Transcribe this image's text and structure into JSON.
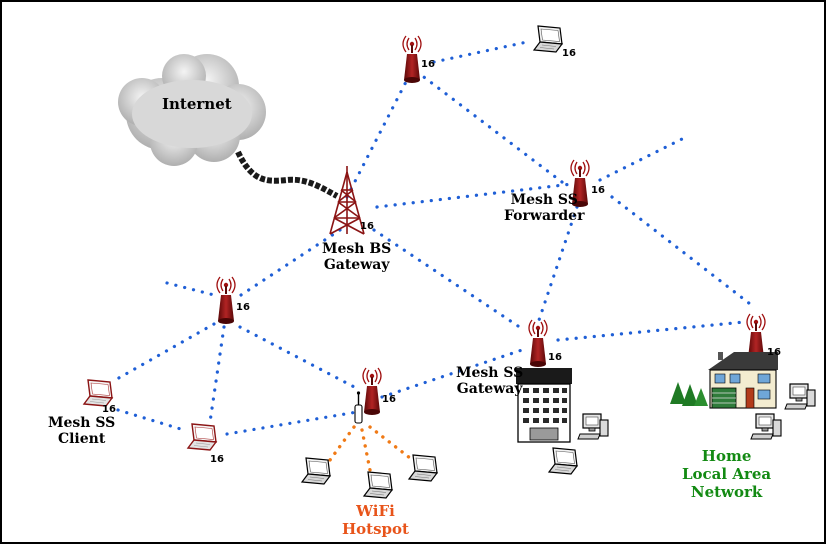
{
  "colors": {
    "link": "#1f5fd6",
    "wifi_link": "#f07a16",
    "tower": "#8b1414",
    "cloud": "#c8c8c8",
    "home_label": "#138a13",
    "wifi_label": "#e8541a",
    "cable": "#1a1a1a"
  },
  "labels": {
    "internet": "Internet",
    "bs_line1": "Mesh BS",
    "bs_line2": "Gateway",
    "fwd_line1": "Mesh SS",
    "fwd_line2": "Forwarder",
    "ssgw_line1": "Mesh SS",
    "ssgw_line2": "Gateway",
    "client_line1": "Mesh SS",
    "client_line2": "Client",
    "wifi_line1": "WiFi",
    "wifi_line2": "Hotspot",
    "home_line1": "Home",
    "home_line2": "Local Area",
    "home_line3": "Network"
  },
  "node_numbers": {
    "bs": "16",
    "top": "16",
    "top_laptop": "16",
    "forwarder": "16",
    "left": "16",
    "hotspot": "16",
    "ss_gateway": "16",
    "home": "16",
    "client": "16",
    "bottom_laptop": "16"
  },
  "icons": {
    "cloud": "internet-cloud-icon",
    "tower": "lattice-tower-icon",
    "subscriber": "mesh-subscriber-station-icon",
    "laptop": "laptop-icon",
    "building": "office-building-icon",
    "house": "house-icon",
    "desktop": "desktop-computer-icon",
    "access_point": "wifi-access-point-icon"
  }
}
